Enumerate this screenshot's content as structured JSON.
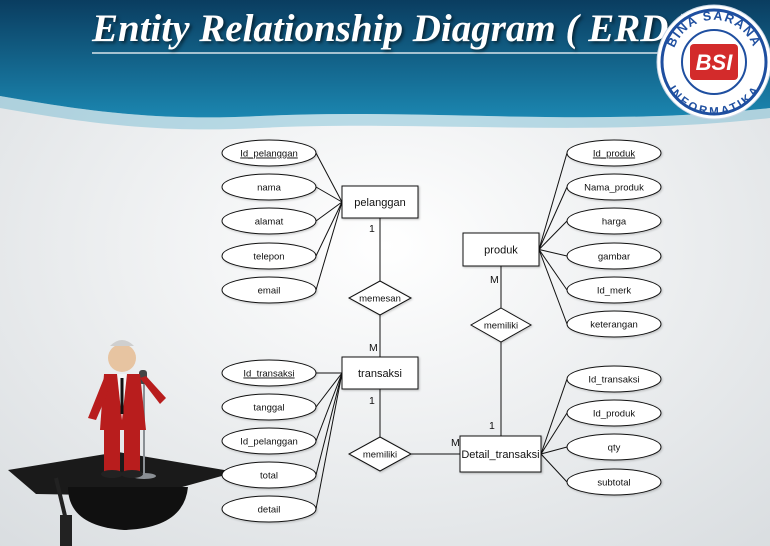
{
  "slide": {
    "title": "Entity Relationship Diagram ( ERD )"
  },
  "logo": {
    "top_text": "BINA SARANA",
    "bottom_text": "INFORMATIKA",
    "center_text": "BSI",
    "colors": {
      "ring": "#1f4fa0",
      "red": "#d32b2b",
      "white": "#ffffff"
    }
  },
  "colors": {
    "banner_dark": "#0a3d60",
    "banner_light": "#1b86b0",
    "line": "#111111",
    "shape_fill": "#ffffff"
  },
  "entities": {
    "pelanggan": {
      "label": "pelanggan"
    },
    "produk": {
      "label": "produk"
    },
    "transaksi": {
      "label": "transaksi"
    },
    "detail_transaksi": {
      "label": "Detail_transaksi"
    }
  },
  "relationships": {
    "memesan": {
      "label": "memesan"
    },
    "memiliki_produk_detail": {
      "label": "memiliki"
    },
    "memiliki_transaksi_detail": {
      "label": "memiliki"
    }
  },
  "attributes": {
    "pelanggan": [
      {
        "label": "Id_pelanggan",
        "key": true
      },
      {
        "label": "nama",
        "key": false
      },
      {
        "label": "alamat",
        "key": false
      },
      {
        "label": "telepon",
        "key": false
      },
      {
        "label": "email",
        "key": false
      }
    ],
    "produk": [
      {
        "label": "Id_produk",
        "key": true
      },
      {
        "label": "Nama_produk",
        "key": false
      },
      {
        "label": "harga",
        "key": false
      },
      {
        "label": "gambar",
        "key": false
      },
      {
        "label": "Id_merk",
        "key": false
      },
      {
        "label": "keterangan",
        "key": false
      }
    ],
    "transaksi": [
      {
        "label": "Id_transaksi",
        "key": true
      },
      {
        "label": "tanggal",
        "key": false
      },
      {
        "label": "Id_pelanggan",
        "key": false
      },
      {
        "label": "total",
        "key": false
      },
      {
        "label": "detail",
        "key": false
      }
    ],
    "detail_transaksi": [
      {
        "label": "Id_transaksi",
        "key": false
      },
      {
        "label": "Id_produk",
        "key": false
      },
      {
        "label": "qty",
        "key": false
      },
      {
        "label": "subtotal",
        "key": false
      }
    ]
  },
  "cardinalities": {
    "pelanggan_memesan": "1",
    "memesan_transaksi": "M",
    "produk_memiliki": "M",
    "memiliki_detail_top": "1",
    "transaksi_memiliki": "1",
    "memiliki_detail_left": "M"
  }
}
